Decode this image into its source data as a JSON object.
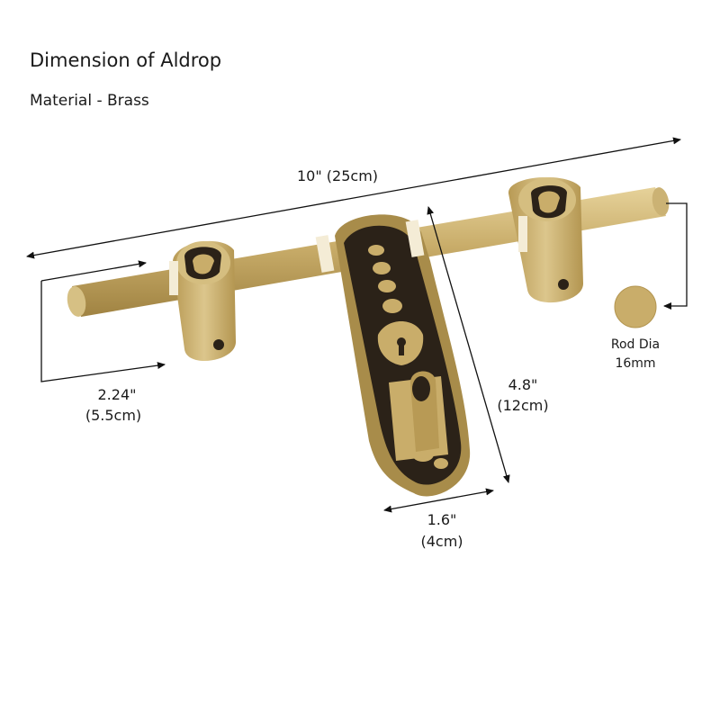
{
  "header": {
    "title": "Dimension of Aldrop",
    "subtitle": "Material - Brass"
  },
  "dimensions": {
    "length_total": "10\"  (25cm)",
    "bracket_inch": "2.24\"",
    "bracket_cm": "(5.5cm)",
    "latch_height_inch": "4.8\"",
    "latch_height_cm": "(12cm)",
    "latch_width_inch": "1.6\"",
    "latch_width_cm": "(4cm)",
    "rod_label": "Rod Dia",
    "rod_value": "16mm"
  },
  "colors": {
    "brass": "#c9ad6a",
    "brass_dark": "#a88c4a",
    "engraving": "#2b2218",
    "arrow": "#111111"
  }
}
